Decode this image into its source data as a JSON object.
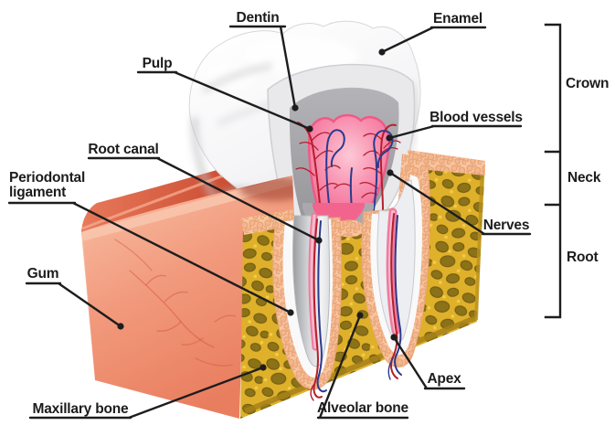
{
  "labels": {
    "dentin": "Dentin",
    "enamel": "Enamel",
    "pulp": "Pulp",
    "blood_vessels": "Blood vessels",
    "root_canal": "Root canal",
    "periodontal_line1": "Periodontal",
    "periodontal_line2": "ligament",
    "nerves": "Nerves",
    "gum": "Gum",
    "maxillary_bone": "Maxillary bone",
    "alveolar_bone": "Alveolar bone",
    "apex": "Apex",
    "crown": "Crown",
    "neck": "Neck",
    "root": "Root"
  },
  "colors": {
    "label_text": "#1c1c1c",
    "leader": "#1d1d1d",
    "enamel": "#f7f7f8",
    "enamel_cut": "#e9e9ec",
    "dentin": "#a9a9ad",
    "pulp": "#f2648e",
    "pulp_light": "#fdc9d6",
    "artery": "#b51f2d",
    "vein": "#2c3a8c",
    "gum_front": "#f2997c",
    "gum_top": "#cc4e33",
    "bone_base": "#dfb02a",
    "bone_spot": "#8b7117",
    "ligament": "#f7c5a0",
    "ligament_ring": "#e9a274",
    "socket_gap": "#f9f9fa",
    "background": "#ffffff"
  }
}
